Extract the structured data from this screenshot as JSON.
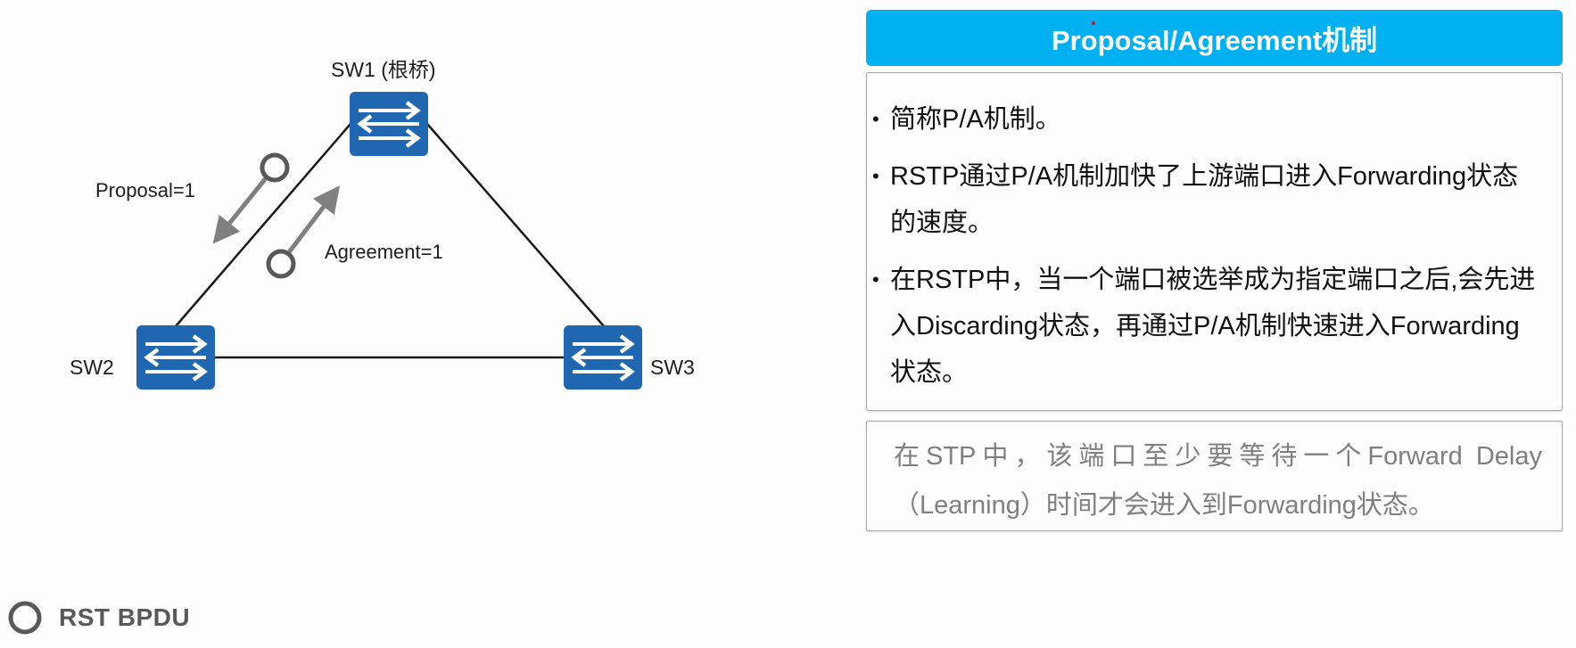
{
  "diagram": {
    "nodes": [
      {
        "id": "SW1",
        "label": "SW1 (根桥)",
        "icon": "switch-icon"
      },
      {
        "id": "SW2",
        "label": "SW2",
        "icon": "switch-icon"
      },
      {
        "id": "SW3",
        "label": "SW3",
        "icon": "switch-icon"
      }
    ],
    "links": [
      {
        "from": "SW1",
        "to": "SW2"
      },
      {
        "from": "SW1",
        "to": "SW3"
      },
      {
        "from": "SW2",
        "to": "SW3"
      }
    ],
    "messages": [
      {
        "label": "Proposal=1",
        "from": "SW1",
        "to": "SW2",
        "icon": "bpdu-circle-icon"
      },
      {
        "label": "Agreement=1",
        "from": "SW2",
        "to": "SW1",
        "icon": "bpdu-circle-icon"
      }
    ],
    "legend": {
      "icon": "bpdu-circle-icon",
      "label": "RST BPDU"
    },
    "colors": {
      "switch": "#1f67b1",
      "link": "#1a1a1a",
      "bpdu": "#595959",
      "arrow": "#808080"
    }
  },
  "panel": {
    "title": "Proposal/Agreement机制",
    "title_color": "#00b0f0",
    "bullets": [
      {
        "text": "简称P/A机制。"
      },
      {
        "text": "RSTP通过P/A机制加快了上游端口进入Forwarding状态的速度。"
      },
      {
        "text": "在RSTP中，当一个端口被选举成为指定端口之后,会先进入Discarding状态，再通过P/A机制快速进入Forwarding状态。"
      }
    ],
    "note": "在STP中，该端口至少要等待一个Forward  Delay（Learning）时间才会进入到Forwarding状态。",
    "bullet_glyph": "•"
  }
}
